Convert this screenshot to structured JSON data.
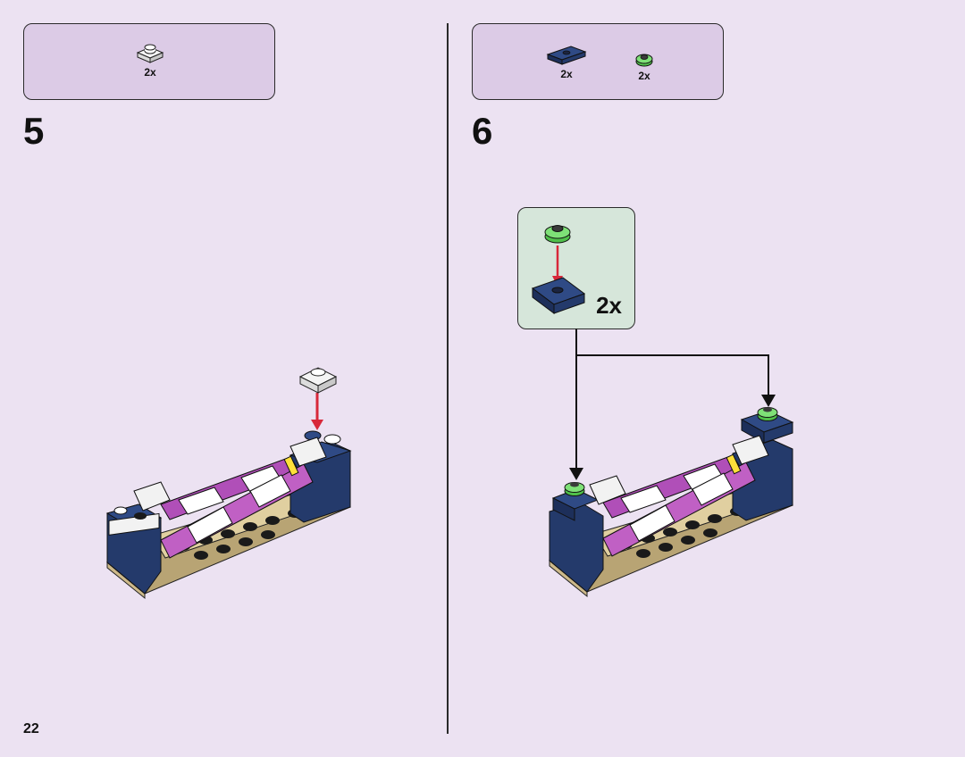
{
  "page": {
    "number": "22"
  },
  "steps": [
    {
      "number": "5",
      "parts": [
        {
          "qty": "2x",
          "icon": "white-plate-1x1-icon",
          "color": "#f2f2f2"
        }
      ]
    },
    {
      "number": "6",
      "parts": [
        {
          "qty": "2x",
          "icon": "dark-blue-plate-1x2-icon",
          "color": "#243a6b"
        },
        {
          "qty": "2x",
          "icon": "green-flower-stud-icon",
          "color": "#6fd36a"
        }
      ],
      "callout": {
        "qty": "2x"
      }
    }
  ],
  "colors": {
    "background": "#ece2f2",
    "parts_box": "#dccbe6",
    "callout_box": "#d6e6da",
    "dark_blue": "#243a6b",
    "tan": "#e0cfa0",
    "magenta": "#b04fb8",
    "arrow_red": "#d8283a"
  }
}
